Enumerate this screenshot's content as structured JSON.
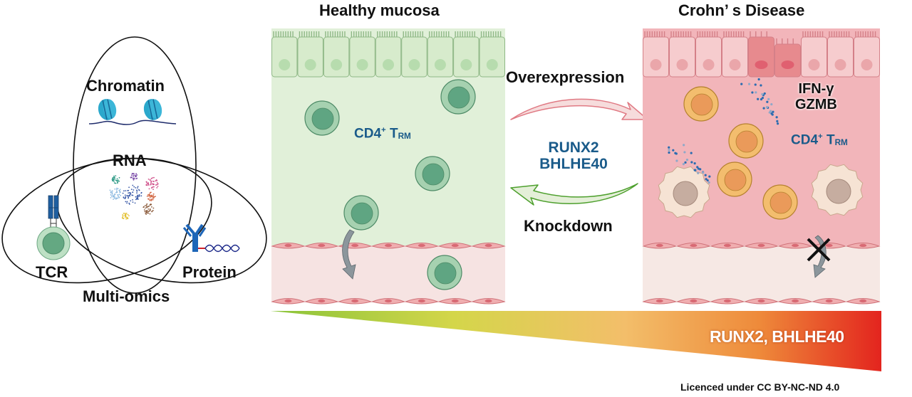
{
  "venn": {
    "sets": [
      {
        "label": "Chromatin",
        "icon": "nucleosome-icon"
      },
      {
        "label": "RNA",
        "icon": "cluster-plot-icon"
      },
      {
        "label": "TCR",
        "icon": "t-cell-receptor-icon"
      },
      {
        "label": "Protein",
        "icon": "antibody-dna-icon"
      }
    ],
    "caption": "Multi-omics"
  },
  "healthy": {
    "title": "Healthy mucosa",
    "cell_label_main": "CD4",
    "cell_label_sup": "+",
    "cell_label_t": " T",
    "cell_label_sub": "RM",
    "colors": {
      "tissue": "#e1f0d9",
      "epithelium": "#d7ebcc",
      "cell_outer": "#a6d1b0",
      "cell_inner": "#5fa582"
    }
  },
  "transition": {
    "forward_label": "Overexpression",
    "reverse_label": "Knockdown",
    "genes": [
      "RUNX2",
      "BHLHE40"
    ],
    "colors": {
      "forward_arrow": "#e07a84",
      "reverse_arrow": "#4ea02e",
      "genes": "#1a5b8a"
    }
  },
  "disease": {
    "title": "Crohn’ s Disease",
    "cytokines": [
      "IFN-γ",
      "GZMB"
    ],
    "cell_label_main": "CD4",
    "cell_label_sup": "+",
    "cell_label_t": " T",
    "cell_label_sub": "RM",
    "blocked_marker": "✕",
    "colors": {
      "tissue": "#f2b5ba",
      "epithelium": "#f6ccce",
      "cell_outer": "#f3bd6e",
      "cell_inner": "#ea9a5a"
    }
  },
  "gradient": {
    "label": "RUNX2, BHLHE40",
    "colors": [
      "#8ac43a",
      "#d4d64a",
      "#f3be6a",
      "#ee8a3a",
      "#e3241e"
    ]
  },
  "license": "Licenced under CC BY-NC-ND 4.0"
}
